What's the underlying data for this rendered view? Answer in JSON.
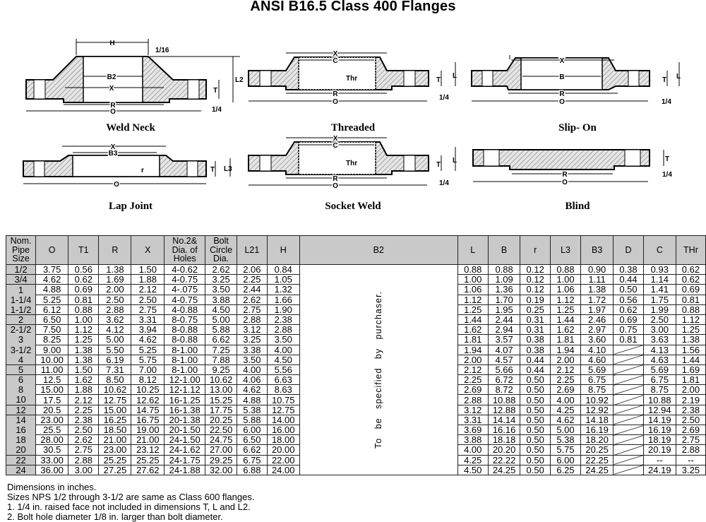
{
  "title": "ANSI B16.5 Class 400 Flanges",
  "diagrams": {
    "weld_neck": {
      "caption": "Weld Neck",
      "dims": [
        "H",
        "1/16",
        "B2",
        "X",
        "L2",
        "T",
        "R",
        "O",
        "1/4"
      ]
    },
    "threaded": {
      "caption": "Threaded",
      "dims": [
        "X",
        "C",
        "Thr",
        "T",
        "L",
        "R",
        "O",
        "1/4"
      ]
    },
    "slip_on": {
      "caption": "Slip- On",
      "dims": [
        "X",
        "B",
        "T",
        "L",
        "R",
        "O",
        "1/4"
      ]
    },
    "lap_joint": {
      "caption": "Lap Joint",
      "dims": [
        "X",
        "B3",
        "r",
        "T",
        "L3",
        "O"
      ]
    },
    "socket_weld": {
      "caption": "Socket Weld",
      "dims": [
        "X",
        "C",
        "Thr",
        "T",
        "L",
        "R",
        "O",
        "1/4"
      ]
    },
    "blind": {
      "caption": "Blind",
      "dims": [
        "T",
        "R",
        "O",
        "1/4"
      ]
    }
  },
  "table": {
    "headers": [
      "Nom.\nPipe\nSize",
      "O",
      "T1",
      "R",
      "X",
      "No.2&\nDia. of\nHoles",
      "Bolt\nCircle\nDia.",
      "L21",
      "H",
      "B2",
      "L",
      "B",
      "r",
      "L3",
      "B3",
      "D",
      "C",
      "THr"
    ],
    "b2_note": "To be specified by purchaser.",
    "rows": [
      [
        "1/2",
        "3.75",
        "0.56",
        "1.38",
        "1.50",
        "4-0.62",
        "2.62",
        "2.06",
        "0.84",
        "0.88",
        "0.88",
        "0.12",
        "0.88",
        "0.90",
        "0.38",
        "0.93",
        "0.62"
      ],
      [
        "3/4",
        "4.62",
        "0.62",
        "1.69",
        "1.88",
        "4-0.75",
        "3.25",
        "2.25",
        "1.05",
        "1.00",
        "1.09",
        "0.12",
        "1.00",
        "1.11",
        "0.44",
        "1.14",
        "0.62"
      ],
      [
        "1",
        "4.88",
        "0.69",
        "2.00",
        "2.12",
        "4-.075",
        "3.50",
        "2.44",
        "1.32",
        "1.06",
        "1.36",
        "0.12",
        "1.06",
        "1.38",
        "0.50",
        "1.41",
        "0.69"
      ],
      [
        "1-1/4",
        "5.25",
        "0.81",
        "2.50",
        "2.50",
        "4-0.75",
        "3.88",
        "2.62",
        "1.66",
        "1.12",
        "1.70",
        "0.19",
        "1.12",
        "1.72",
        "0.56",
        "1.75",
        "0.81"
      ],
      [
        "1-1/2",
        "6.12",
        "0.88",
        "2.88",
        "2.75",
        "4-0.88",
        "4.50",
        "2.75",
        "1.90",
        "1.25",
        "1.95",
        "0.25",
        "1.25",
        "1.97",
        "0.62",
        "1.99",
        "0.88"
      ],
      [
        "2",
        "6.50",
        "1.00",
        "3.62",
        "3.31",
        "8-0.75",
        "5.00",
        "2.88",
        "2.38",
        "1.44",
        "2.44",
        "0.31",
        "1.44",
        "2.46",
        "0.69",
        "2.50",
        "1.12"
      ],
      [
        "2-1/2",
        "7.50",
        "1.12",
        "4.12",
        "3.94",
        "8-0.88",
        "5.88",
        "3.12",
        "2.88",
        "1.62",
        "2.94",
        "0.31",
        "1.62",
        "2.97",
        "0.75",
        "3.00",
        "1.25"
      ],
      [
        "3",
        "8.25",
        "1.25",
        "5.00",
        "4.62",
        "8-0.88",
        "6.62",
        "3.25",
        "3.50",
        "1.81",
        "3.57",
        "0.38",
        "1.81",
        "3.60",
        "0.81",
        "3.63",
        "1.38"
      ],
      [
        "3-1/2",
        "9.00",
        "1.38",
        "5.50",
        "5.25",
        "8-1.00",
        "7.25",
        "3.38",
        "4.00",
        "1.94",
        "4.07",
        "0.38",
        "1.94",
        "4.10",
        "",
        "4.13",
        "1.56"
      ],
      [
        "4",
        "10.00",
        "1.38",
        "6.19",
        "5.75",
        "8-1.00",
        "7.88",
        "3.50",
        "4.50",
        "2.00",
        "4.57",
        "0.44",
        "2.00",
        "4.60",
        "",
        "4.63",
        "1.44"
      ],
      [
        "5",
        "11.00",
        "1.50",
        "7.31",
        "7.00",
        "8-1.00",
        "9.25",
        "4.00",
        "5.56",
        "2.12",
        "5.66",
        "0.44",
        "2.12",
        "5.69",
        "",
        "5.69",
        "1.69"
      ],
      [
        "6",
        "12.5",
        "1.62",
        "8.50",
        "8.12",
        "12-1.00",
        "10.62",
        "4.06",
        "6.63",
        "2.25",
        "6.72",
        "0.50",
        "2.25",
        "6.75",
        "",
        "6.75",
        "1.81"
      ],
      [
        "8",
        "15.00",
        "1.88",
        "10.62",
        "10.25",
        "12-1.12",
        "13.00",
        "4.62",
        "8.63",
        "2.69",
        "8.72",
        "0.50",
        "2.69",
        "8.75",
        "",
        "8.75",
        "2.00"
      ],
      [
        "10",
        "17.5",
        "2.12",
        "12.75",
        "12.62",
        "16-1.25",
        "15.25",
        "4.88",
        "10.75",
        "2.88",
        "10.88",
        "0.50",
        "4.00",
        "10.92",
        "",
        "10.88",
        "2.19"
      ],
      [
        "12",
        "20.5",
        "2.25",
        "15.00",
        "14.75",
        "16-1.38",
        "17.75",
        "5.38",
        "12.75",
        "3.12",
        "12.88",
        "0.50",
        "4.25",
        "12.92",
        "",
        "12.94",
        "2.38"
      ],
      [
        "14",
        "23.00",
        "2.38",
        "16.25",
        "16.75",
        "20-1.38",
        "20.25",
        "5.88",
        "14.00",
        "3.31",
        "14.14",
        "0.50",
        "4.62",
        "14.18",
        "",
        "14.19",
        "2.50"
      ],
      [
        "16",
        "25.5",
        "2.50",
        "18.50",
        "19.00",
        "20-1.50",
        "22.50",
        "6.00",
        "16.00",
        "3.69",
        "16.16",
        "0.50",
        "5.00",
        "16.19",
        "",
        "16.19",
        "2.69"
      ],
      [
        "18",
        "28.00",
        "2.62",
        "21.00",
        "21.00",
        "24-1.50",
        "24.75",
        "6.50",
        "18.00",
        "3.88",
        "18.18",
        "0.50",
        "5.38",
        "18.20",
        "",
        "18.19",
        "2.75"
      ],
      [
        "20",
        "30.5",
        "2.75",
        "23.00",
        "23.12",
        "24-1.62",
        "27.00",
        "6.62",
        "20.00",
        "4.00",
        "20.20",
        "0.50",
        "5.75",
        "20.25",
        "",
        "20.19",
        "2.88"
      ],
      [
        "22",
        "33.00",
        "2.88",
        "25.25",
        "25.25",
        "24-1.75",
        "29.25",
        "6.75",
        "22.00",
        "4.25",
        "22.22",
        "0.50",
        "6.00",
        "22.25",
        "",
        "--",
        "--"
      ],
      [
        "24",
        "36.00",
        "3.00",
        "27.25",
        "27.62",
        "24-1.88",
        "32.00",
        "6.88",
        "24.00",
        "4.50",
        "24.25",
        "0.50",
        "6.25",
        "24.25",
        "",
        "24.19",
        "3.25"
      ]
    ]
  },
  "notes": [
    "Dimensions in inches.",
    "Sizes NPS 1/2 through 3-1/2 are same as Class 600 flanges.",
    "1. 1/4 in. raised face not included in dimensions T, L and L2.",
    "2. Bolt hole diameter 1/8 in. larger than bolt diameter."
  ]
}
